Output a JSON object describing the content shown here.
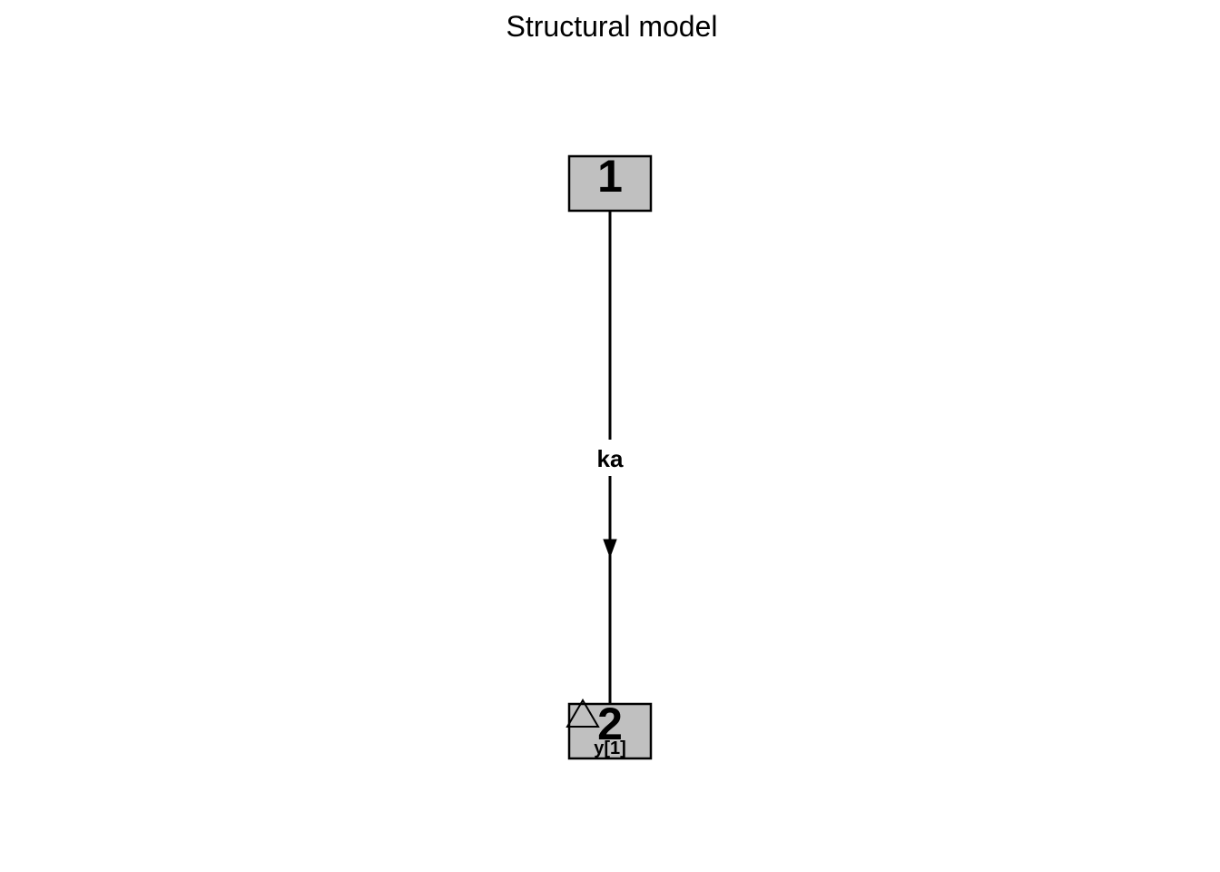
{
  "title": "Structural model",
  "nodes": [
    {
      "id": "1",
      "label": "1",
      "sublabel": "",
      "observed": false
    },
    {
      "id": "2",
      "label": "2",
      "sublabel": "y[1]",
      "observed": true
    }
  ],
  "edges": [
    {
      "from": "1",
      "to": "2",
      "label": "ka"
    }
  ],
  "colors": {
    "node_fill": "#c0c0c0",
    "stroke": "#000000",
    "background": "#ffffff"
  },
  "icons": {
    "observation_marker": "triangle-outline"
  }
}
